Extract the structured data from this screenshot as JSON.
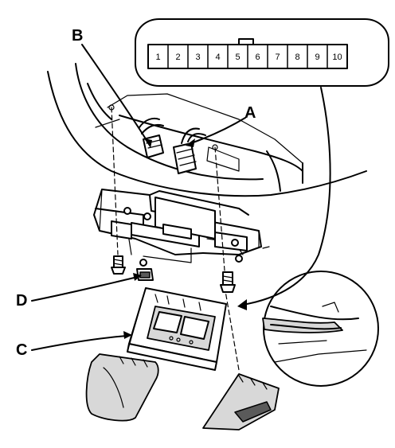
{
  "connector_pins": [
    "1",
    "2",
    "3",
    "4",
    "5",
    "6",
    "7",
    "8",
    "9",
    "10"
  ],
  "callouts": {
    "a": "A",
    "b": "B",
    "c": "C",
    "d": "D"
  },
  "colors": {
    "line": "#000000",
    "background": "#ffffff",
    "shading": "#d8d8d8"
  },
  "icons": [
    "connector-pinout-bubble",
    "detail-magnifier-circle"
  ]
}
